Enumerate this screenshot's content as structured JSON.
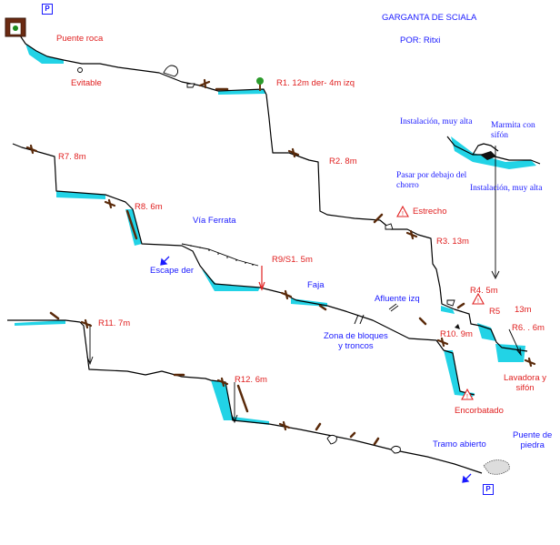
{
  "header": {
    "title": "GARGANTA DE SCIALA",
    "author": "POR: Ritxi"
  },
  "parking_symbol": "P",
  "section1": {
    "puente_roca": "Puente roca",
    "evitable": "Evitable",
    "r1": "R1. 12m der- 4m izq"
  },
  "section2": {
    "r2": "R2. 8m",
    "estrecho": "Estrecho",
    "r3": "R3. 13m",
    "r4": "R4. 5m",
    "r5": "R5",
    "r5_height": "13m",
    "r6": "R6. . 6m",
    "lavadora_line1": "Lavadora y",
    "lavadora_line2": "sifón"
  },
  "detail": {
    "instalacion_top": "Instalación, muy alta",
    "marmita_line1": "Marmita con",
    "marmita_line2": "sifón",
    "pasar_line1": "Pasar por debajo del",
    "pasar_line2": "chorro",
    "instalacion_bottom": "Instalación, muy alta"
  },
  "section3": {
    "r7": "R7. 8m",
    "r8": "R8. 6m",
    "via_ferrata": "Vía Ferrata",
    "escape": "Escape der",
    "r9": "R9/S1. 5m",
    "faja": "Faja",
    "afluente": "Afluente izq",
    "zona_line1": "Zona de bloques",
    "zona_line2": "y troncos",
    "r10": "R10. 9m",
    "encorbatado": "Encorbatado"
  },
  "section4": {
    "r11": "R11. 7m",
    "r12": "R12. 6m",
    "tramo_abierto": "Tramo abierto",
    "puente_line1": "Puente de",
    "puente_line2": "piedra"
  },
  "colors": {
    "water": "#22d3e6",
    "label_red": "#e02020",
    "label_blue": "#1a1aff",
    "wall": "#000000"
  }
}
